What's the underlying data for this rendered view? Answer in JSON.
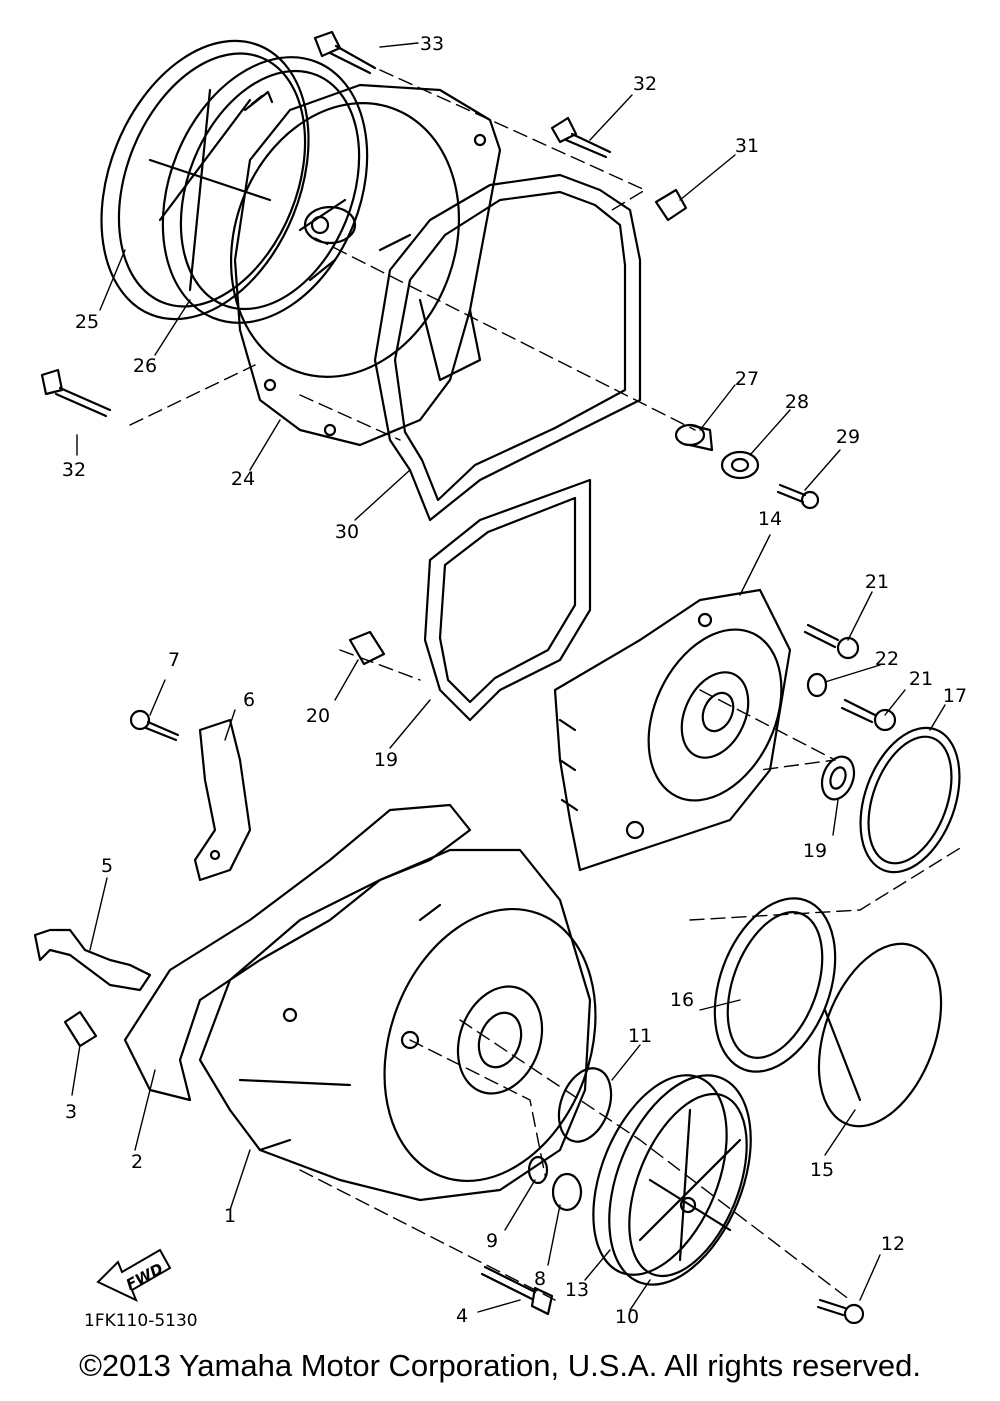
{
  "diagram": {
    "code": "1FK110-5130",
    "fwd_label": "FWD",
    "parts": [
      {
        "key": "p33",
        "label": "33"
      },
      {
        "key": "p32a",
        "label": "32"
      },
      {
        "key": "p31",
        "label": "31"
      },
      {
        "key": "p25",
        "label": "25"
      },
      {
        "key": "p26",
        "label": "26"
      },
      {
        "key": "p32b",
        "label": "32"
      },
      {
        "key": "p24",
        "label": "24"
      },
      {
        "key": "p30",
        "label": "30"
      },
      {
        "key": "p27",
        "label": "27"
      },
      {
        "key": "p28",
        "label": "28"
      },
      {
        "key": "p29",
        "label": "29"
      },
      {
        "key": "p14",
        "label": "14"
      },
      {
        "key": "p21a",
        "label": "21"
      },
      {
        "key": "p22",
        "label": "22"
      },
      {
        "key": "p21b",
        "label": "21"
      },
      {
        "key": "p17",
        "label": "17"
      },
      {
        "key": "p20",
        "label": "20"
      },
      {
        "key": "p19a",
        "label": "19"
      },
      {
        "key": "p19b",
        "label": "19"
      },
      {
        "key": "p7",
        "label": "7"
      },
      {
        "key": "p6",
        "label": "6"
      },
      {
        "key": "p5",
        "label": "5"
      },
      {
        "key": "p3",
        "label": "3"
      },
      {
        "key": "p2",
        "label": "2"
      },
      {
        "key": "p1",
        "label": "1"
      },
      {
        "key": "p16",
        "label": "16"
      },
      {
        "key": "p15",
        "label": "15"
      },
      {
        "key": "p11",
        "label": "11"
      },
      {
        "key": "p9",
        "label": "9"
      },
      {
        "key": "p8",
        "label": "8"
      },
      {
        "key": "p13",
        "label": "13"
      },
      {
        "key": "p10",
        "label": "10"
      },
      {
        "key": "p12",
        "label": "12"
      },
      {
        "key": "p4",
        "label": "4"
      }
    ]
  },
  "footer": {
    "copyright": "©2013 Yamaha Motor Corporation, U.S.A. All rights reserved."
  }
}
